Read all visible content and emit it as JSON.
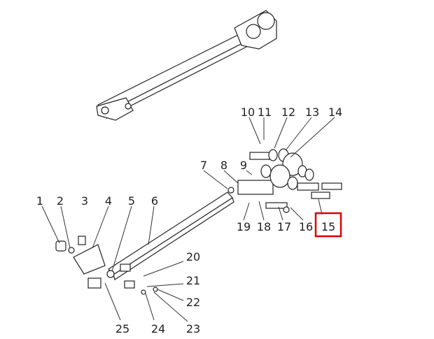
{
  "diagram": {
    "labels": [
      "1",
      "2",
      "3",
      "4",
      "5",
      "6",
      "7",
      "8",
      "9",
      "10",
      "11",
      "12",
      "13",
      "14",
      "15",
      "16",
      "17",
      "18",
      "19",
      "20",
      "21",
      "22",
      "23",
      "24",
      "25"
    ],
    "highlighted_label": "15",
    "highlight_color": "#e00000"
  }
}
